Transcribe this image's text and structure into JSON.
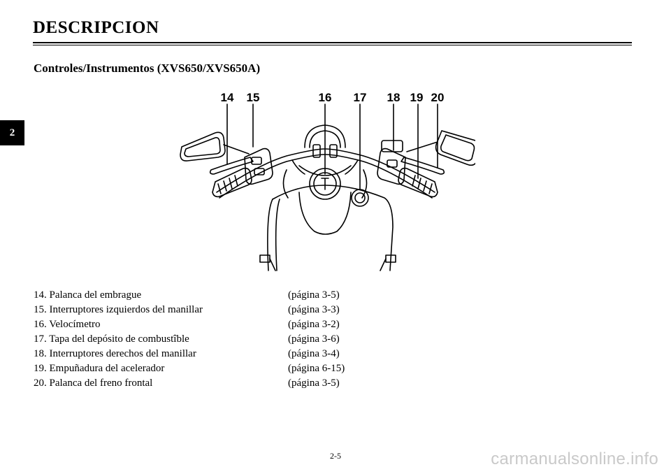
{
  "header": {
    "title": "DESCRIPCION"
  },
  "chapter_tab": {
    "label": "2"
  },
  "section": {
    "title": "Controles/Instrumentos (XVS650/XVS650A)"
  },
  "figure": {
    "callouts": [
      "14",
      "15",
      "16",
      "17",
      "18",
      "19",
      "20"
    ]
  },
  "parts": [
    {
      "label": "14. Palanca del embrague",
      "ref": "(página 3-5)"
    },
    {
      "label": "15. Interruptores izquierdos del manillar",
      "ref": "(página 3-3)"
    },
    {
      "label": "16. Velocímetro",
      "ref": "(página 3-2)"
    },
    {
      "label": "17. Tapa del depósito de combustîble",
      "ref": "(página 3-6)"
    },
    {
      "label": "18. Interruptores derechos del manillar",
      "ref": "(página 3-4)"
    },
    {
      "label": "19. Empuñadura del acelerador",
      "ref": "(página 6-15)"
    },
    {
      "label": "20. Palanca del freno frontal",
      "ref": "(página 3-5)"
    }
  ],
  "footer": {
    "page_number": "2-5"
  },
  "watermark": {
    "text": "carmanualsonline.info"
  }
}
